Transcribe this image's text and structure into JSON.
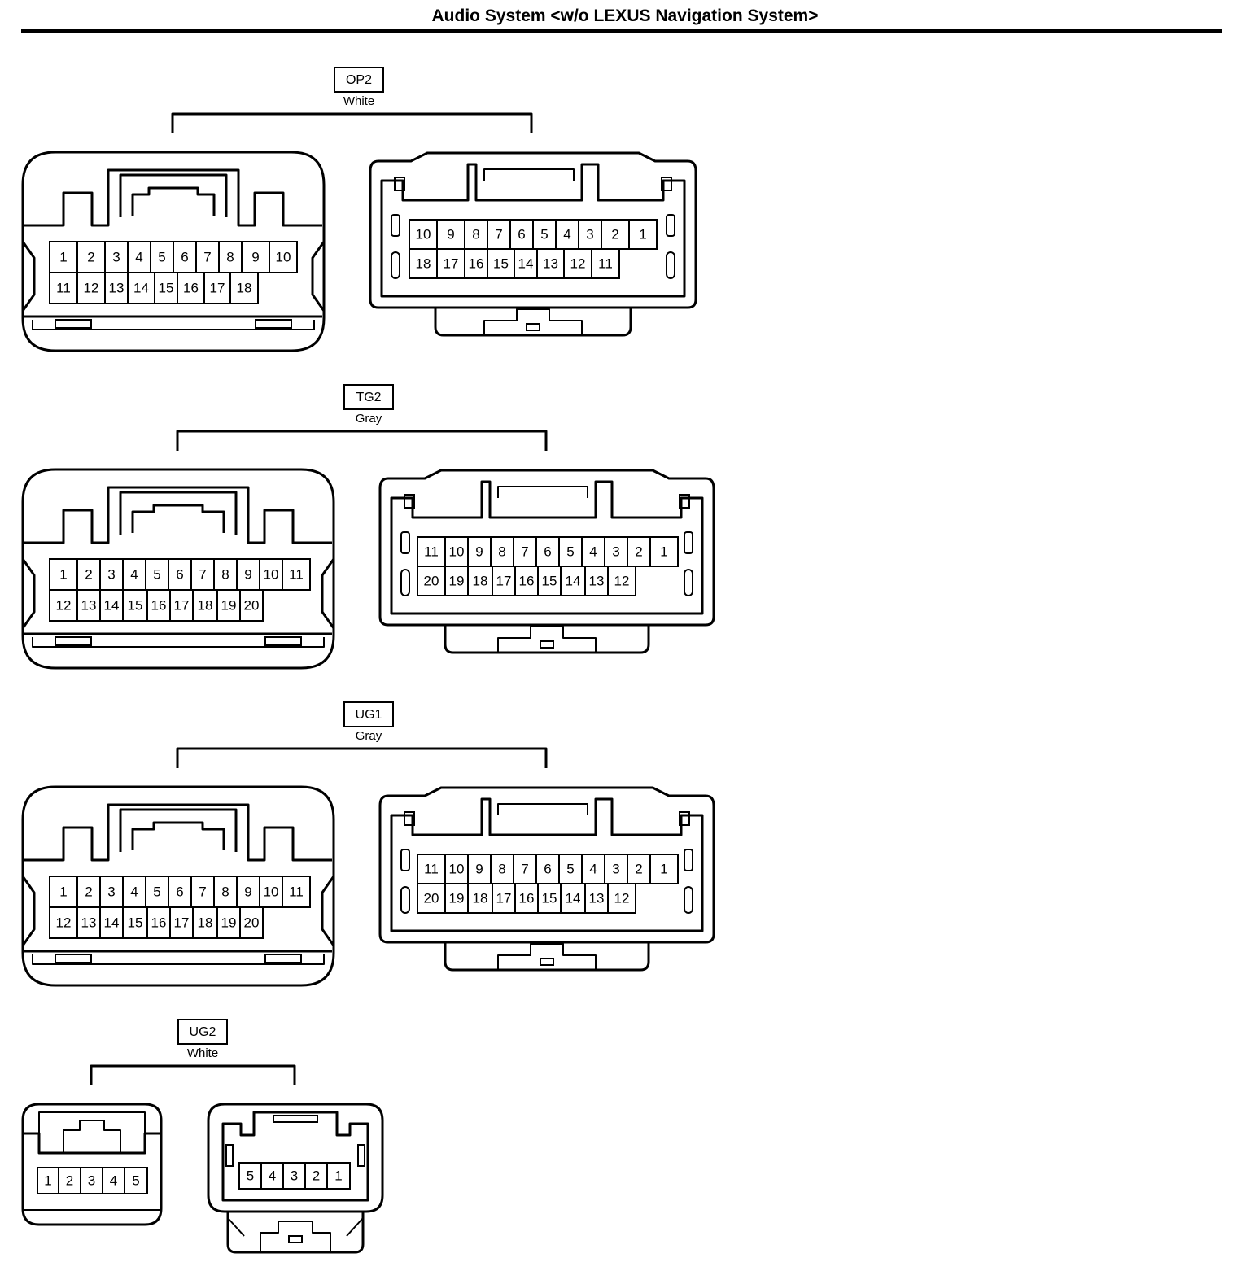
{
  "title": "Audio System <w/o LEXUS Navigation System>",
  "connectors": [
    {
      "id": "OP2",
      "color": "White",
      "male_top": [
        "1",
        "2",
        "3",
        "4",
        "5",
        "6",
        "7",
        "8",
        "9",
        "10"
      ],
      "male_bottom": [
        "11",
        "12",
        "13",
        "14",
        "15",
        "16",
        "17",
        "18"
      ],
      "female_top": [
        "10",
        "9",
        "8",
        "7",
        "6",
        "5",
        "4",
        "3",
        "2",
        "1"
      ],
      "female_bottom": [
        "18",
        "17",
        "16",
        "15",
        "14",
        "13",
        "12",
        "11"
      ]
    },
    {
      "id": "TG2",
      "color": "Gray",
      "male_top": [
        "1",
        "2",
        "3",
        "4",
        "5",
        "6",
        "7",
        "8",
        "9",
        "10",
        "11"
      ],
      "male_bottom": [
        "12",
        "13",
        "14",
        "15",
        "16",
        "17",
        "18",
        "19",
        "20"
      ],
      "female_top": [
        "11",
        "10",
        "9",
        "8",
        "7",
        "6",
        "5",
        "4",
        "3",
        "2",
        "1"
      ],
      "female_bottom": [
        "20",
        "19",
        "18",
        "17",
        "16",
        "15",
        "14",
        "13",
        "12"
      ]
    },
    {
      "id": "UG1",
      "color": "Gray",
      "male_top": [
        "1",
        "2",
        "3",
        "4",
        "5",
        "6",
        "7",
        "8",
        "9",
        "10",
        "11"
      ],
      "male_bottom": [
        "12",
        "13",
        "14",
        "15",
        "16",
        "17",
        "18",
        "19",
        "20"
      ],
      "female_top": [
        "11",
        "10",
        "9",
        "8",
        "7",
        "6",
        "5",
        "4",
        "3",
        "2",
        "1"
      ],
      "female_bottom": [
        "20",
        "19",
        "18",
        "17",
        "16",
        "15",
        "14",
        "13",
        "12"
      ]
    },
    {
      "id": "UG2",
      "color": "White",
      "male_top": [
        "1",
        "2",
        "3",
        "4",
        "5"
      ],
      "female_top": [
        "5",
        "4",
        "3",
        "2",
        "1"
      ]
    }
  ]
}
